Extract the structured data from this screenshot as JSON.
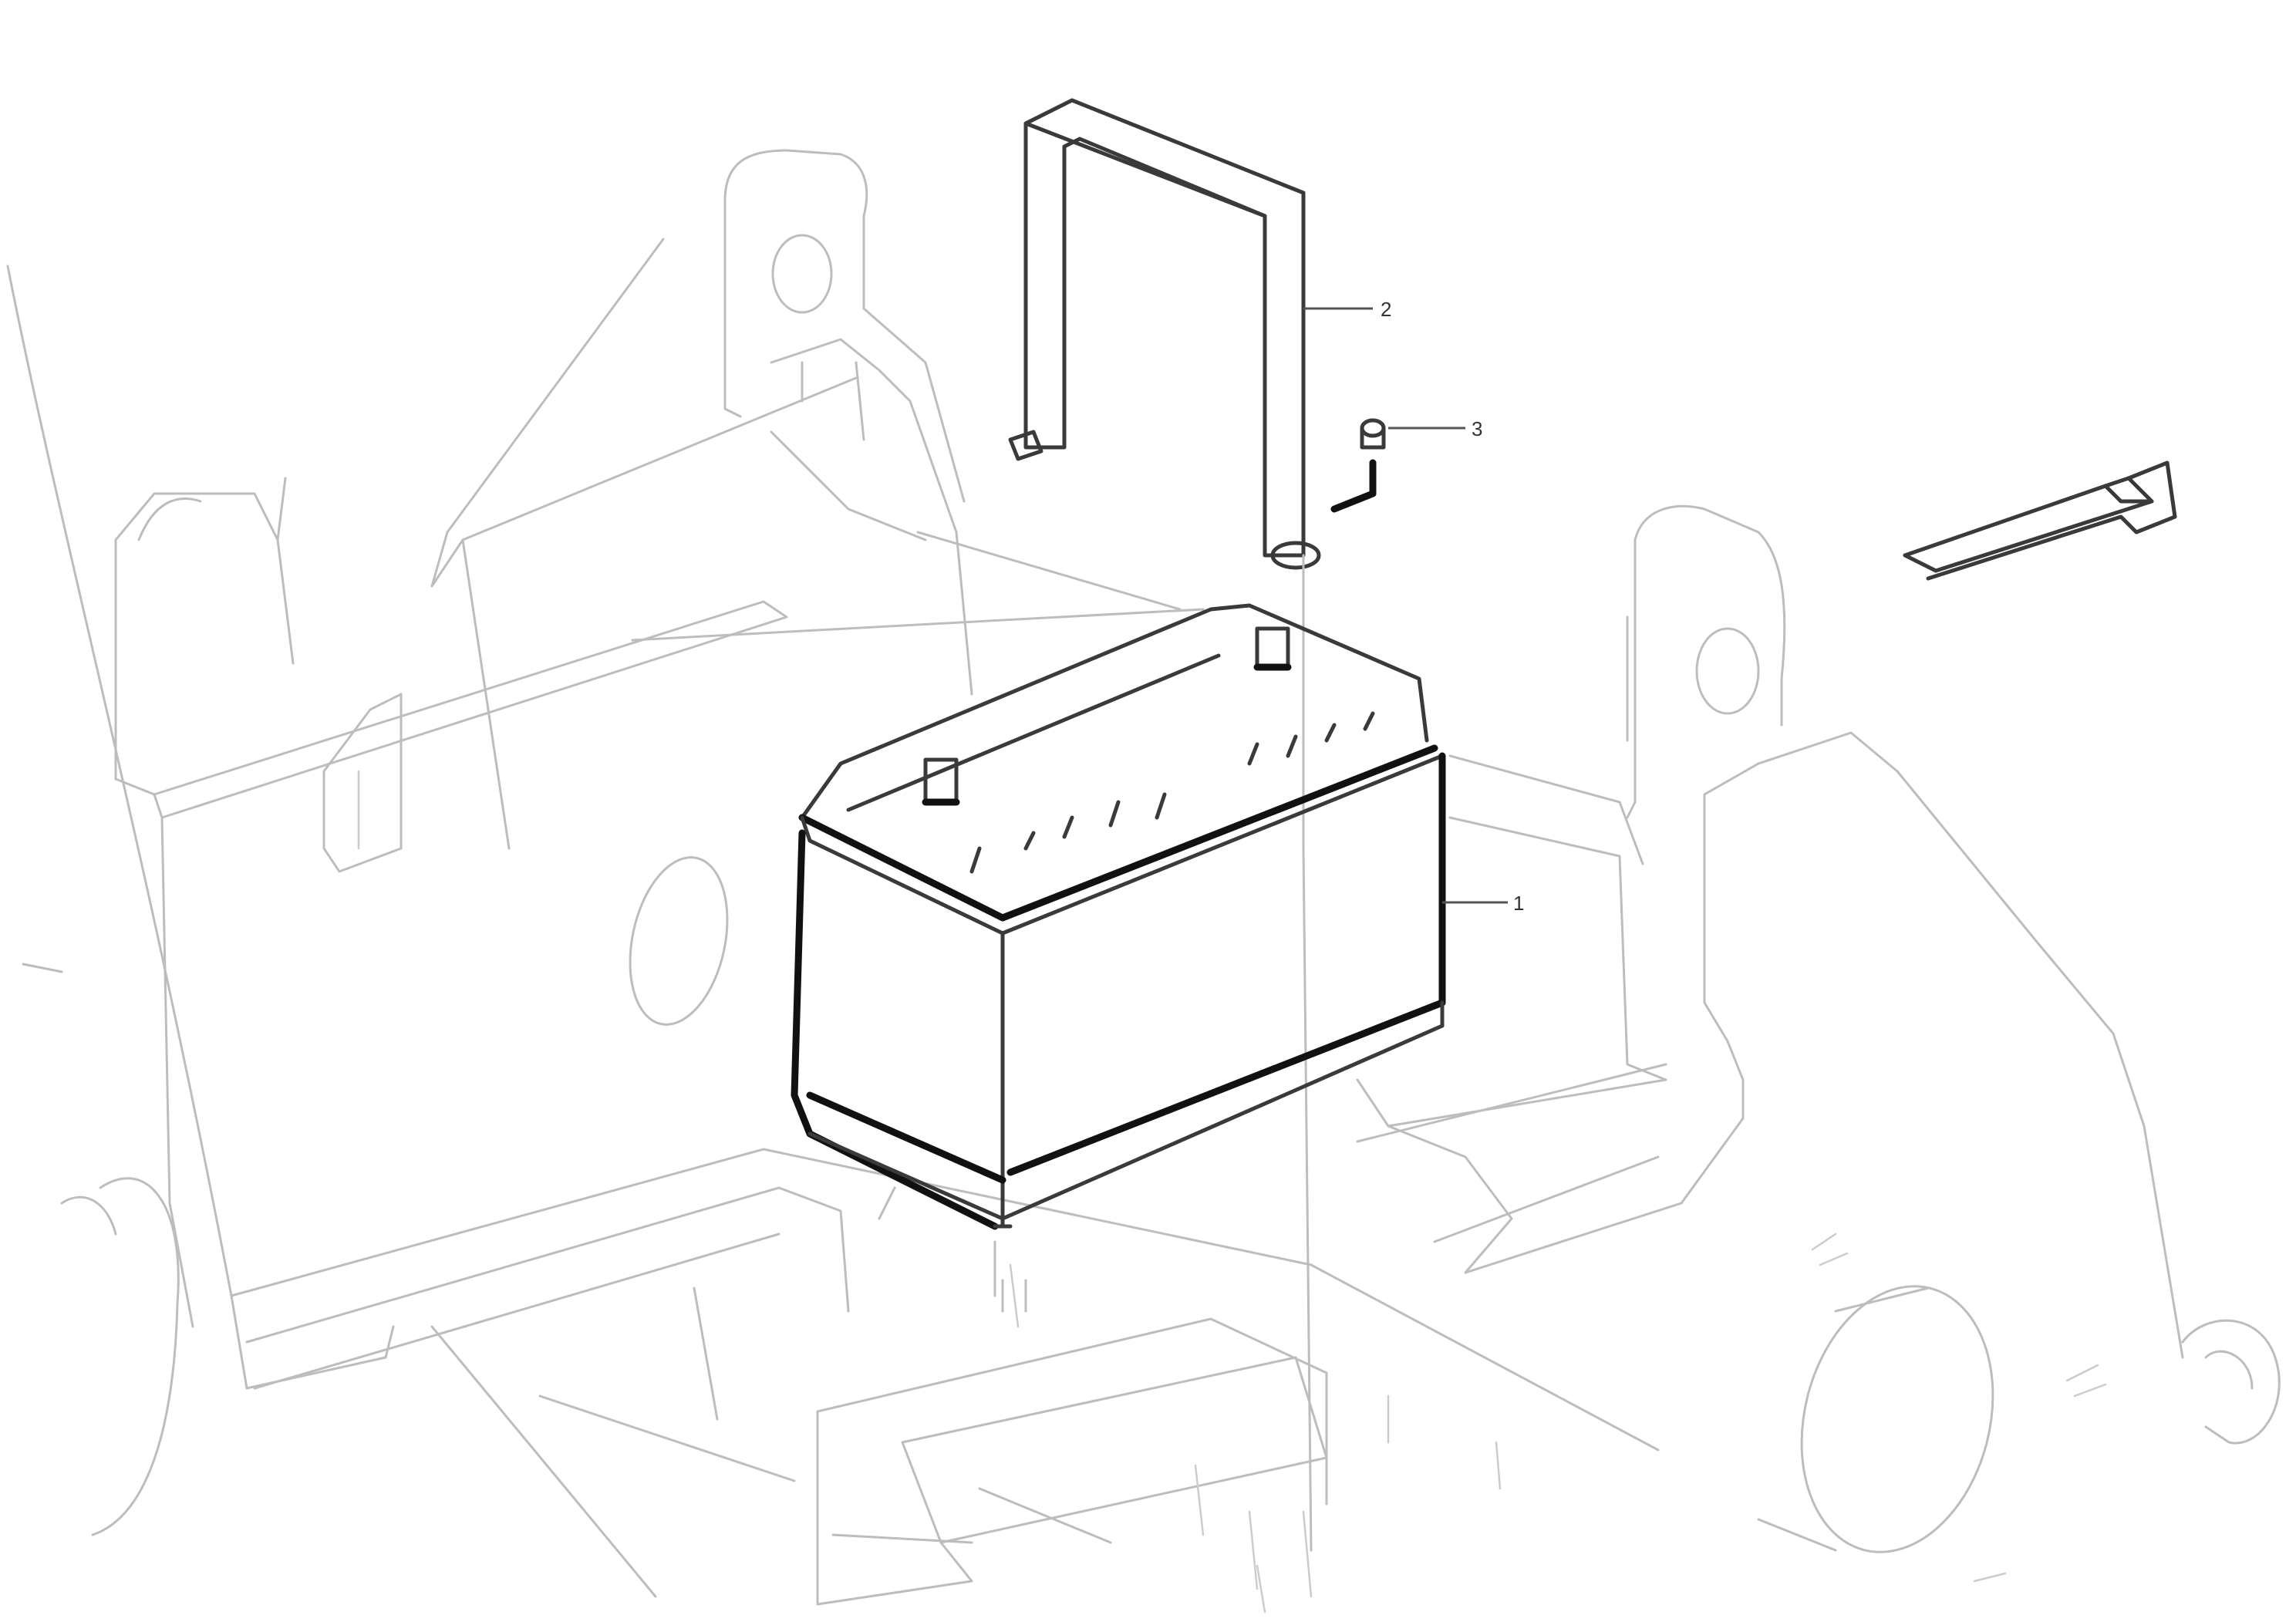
{
  "diagram": {
    "callouts": [
      {
        "id": "battery",
        "label": "1"
      },
      {
        "id": "battery-strap",
        "label": "2"
      },
      {
        "id": "nut",
        "label": "3"
      }
    ],
    "direction_arrow_icon": "forward-arrow-icon",
    "reference_block": {
      "line1": "",
      "line2": "",
      "id": ""
    }
  }
}
